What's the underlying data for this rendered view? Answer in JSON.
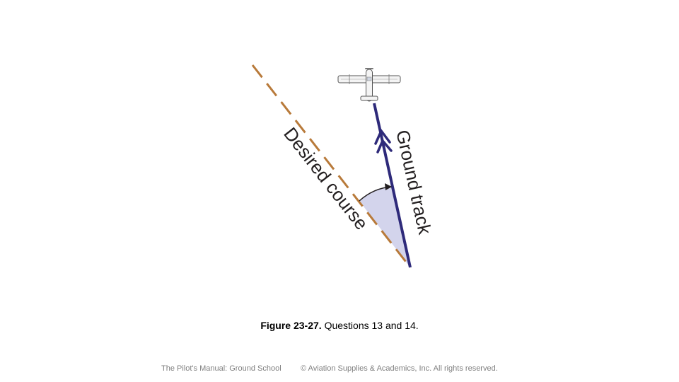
{
  "figure": {
    "labels": {
      "desired_course": "Desired course",
      "ground_track": "Ground track"
    },
    "colors": {
      "desired_course_line": "#b87a3a",
      "ground_track_line": "#2e2a7a",
      "drift_angle_fill": "#d3d4ec",
      "label_text": "#231f20"
    },
    "icons": [
      "airplane-icon"
    ]
  },
  "caption": {
    "lead": "Figure 23-27.",
    "text": " Questions 13 and 14."
  },
  "footer": {
    "left": "The Pilot's Manual: Ground School",
    "right": "© Aviation Supplies & Academics, Inc. All rights reserved."
  }
}
